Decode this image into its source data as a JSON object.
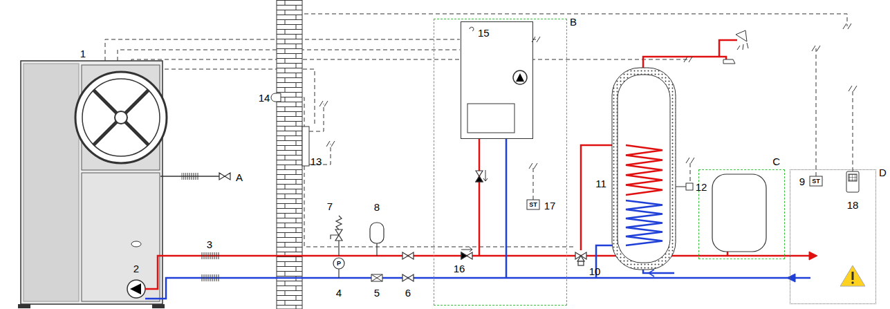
{
  "diagram": {
    "nodes": [
      {
        "text": [
          "B"
        ]
      },
      {
        "text": [
          "15"
        ],
        "in": 0
      },
      {
        "text": [
          "C"
        ]
      },
      {
        "text": [
          "D"
        ]
      }
    ],
    "labels": [
      "1",
      "2",
      "3",
      "A",
      "14",
      "13",
      "7",
      "8",
      "P",
      "4",
      "5",
      "6",
      "16",
      "ST",
      "17",
      "11",
      "12",
      "10",
      "9",
      "ST",
      "18"
    ]
  }
}
